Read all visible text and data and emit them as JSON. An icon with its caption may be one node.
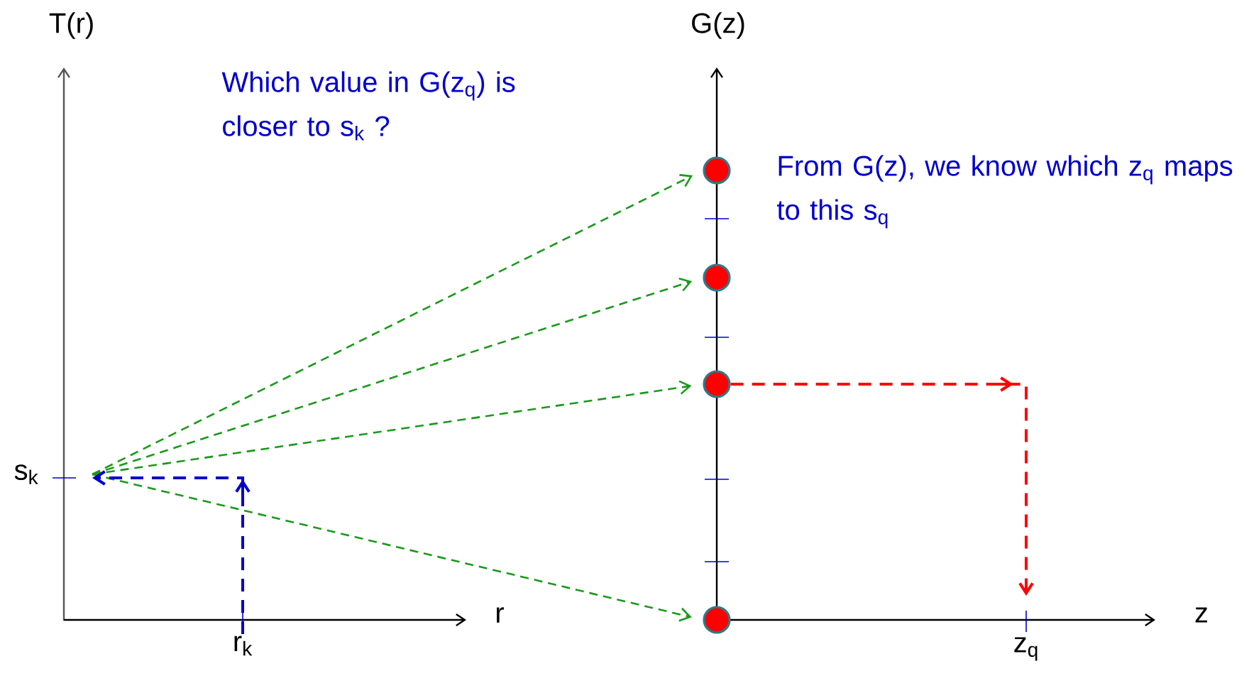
{
  "diagram": {
    "nodes": [
      {
        "text": [
          "s$_{k}$"
        ]
      },
      {
        "text": [],
        "shape": "circle"
      },
      {
        "text": [],
        "shape": "circle"
      },
      {
        "text": [],
        "shape": "circle"
      },
      {
        "text": [],
        "shape": "circle"
      },
      {
        "text": [
          "r$_{k}$"
        ]
      },
      {
        "text": [
          "z$_{q}$"
        ]
      }
    ],
    "edges": [
      {
        "from": 0,
        "to": 1,
        "arrow": "to",
        "style": "dashed"
      },
      {
        "from": 0,
        "to": 2,
        "arrow": "to",
        "style": "dashed"
      },
      {
        "from": 0,
        "to": 3,
        "arrow": "to",
        "style": "dashed"
      },
      {
        "from": 0,
        "to": 4,
        "arrow": "to",
        "style": "dashed"
      },
      {
        "from": 5,
        "to": 0,
        "arrow": "to",
        "style": "dashed",
        "color": "#0000cc"
      },
      {
        "from": 3,
        "to": 6,
        "arrow": "to",
        "style": "dashed",
        "color": "#ff0000"
      }
    ],
    "labels": [
      "T(r)",
      "G(z)",
      "Which value in G(z$_{q}$) is closer to s$_{k}$ ?",
      "From G(z), we know which z$_{q}$ maps to this s$_{q}$",
      "r",
      "z"
    ]
  }
}
